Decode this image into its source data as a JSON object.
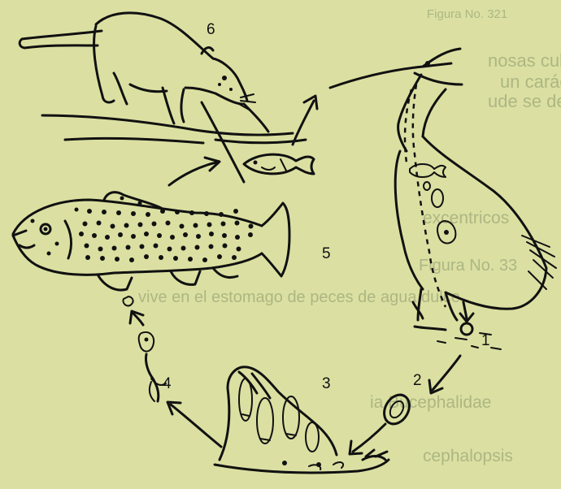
{
  "labels": {
    "stage_1": "1",
    "stage_2": "2",
    "stage_3": "3",
    "stage_4": "4",
    "stage_5": "5",
    "stage_6": "6"
  },
  "bleed_through": {
    "line_1": "Figura No. 321",
    "line_2": "nosas cubiertas, testículos en estos o",
    "line_3": "un carácter de glándulas ... largo",
    "line_4": "ude se desarrolla en el intestino delgado",
    "line_5": "excentricos",
    "line_6": "Figura No. 33",
    "line_7": "vive en el estomago de peces de agua dulce.",
    "line_8": "ia Bucephalidae",
    "line_9": "cephalopsis"
  },
  "colors": {
    "paper": "#dbe0a2",
    "ink": "#111111",
    "bleed": "#9ea879"
  }
}
